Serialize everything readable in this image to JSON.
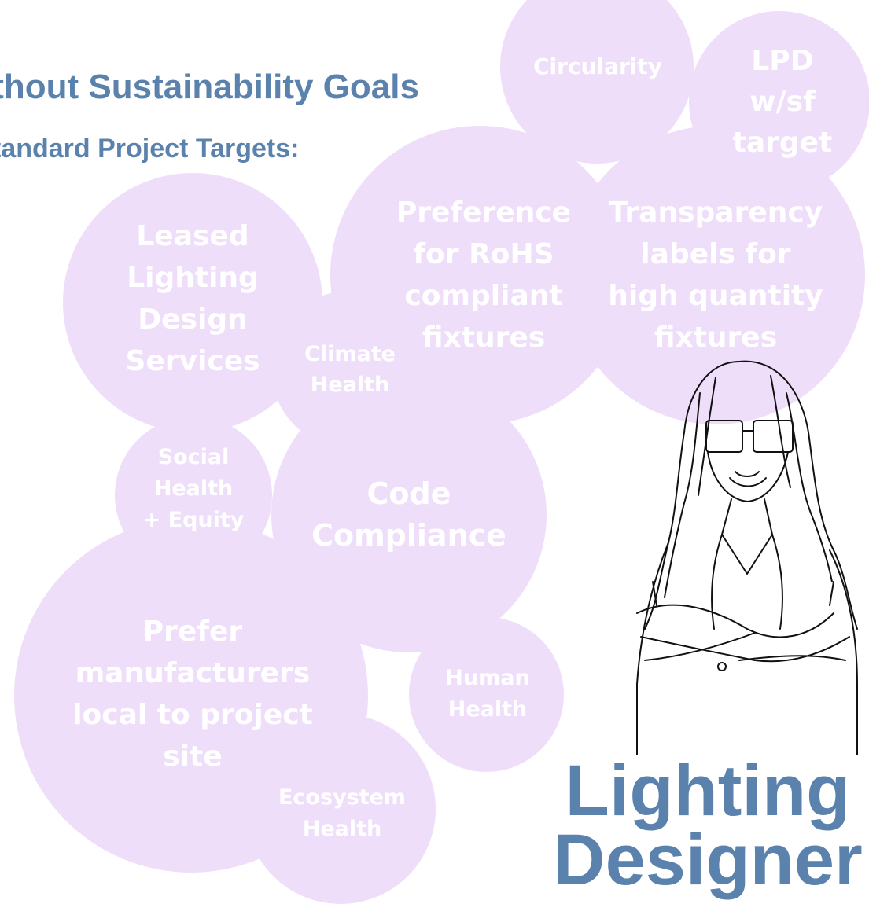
{
  "header": {
    "title": "ithout Sustainability Goals",
    "subtitle": "tandard Project Targets:"
  },
  "bubbles": {
    "circularity": "Circularity",
    "lpd": "LPD\nw/sf\ntarget",
    "leased": "Leased\nLighting\nDesign\nServices",
    "rohs": "Preference\nfor RoHS\ncompliant\nfixtures",
    "transparency": "Transparency\nlabels for\nhigh quantity\nfixtures",
    "climate": "Climate\nHealth",
    "social": "Social\nHealth\n+ Equity",
    "code": "Code\nCompliance",
    "prefer": "Prefer\nmanufacturers\nlocal to project\nsite",
    "human": "Human\nHealth",
    "ecosystem": "Ecosystem\nHealth"
  },
  "role": {
    "line1": "Lighting",
    "line2": "Designer"
  },
  "colors": {
    "bubble": "#efdefa",
    "heading": "#5a82ad",
    "bubble_text": "#ffffff"
  }
}
